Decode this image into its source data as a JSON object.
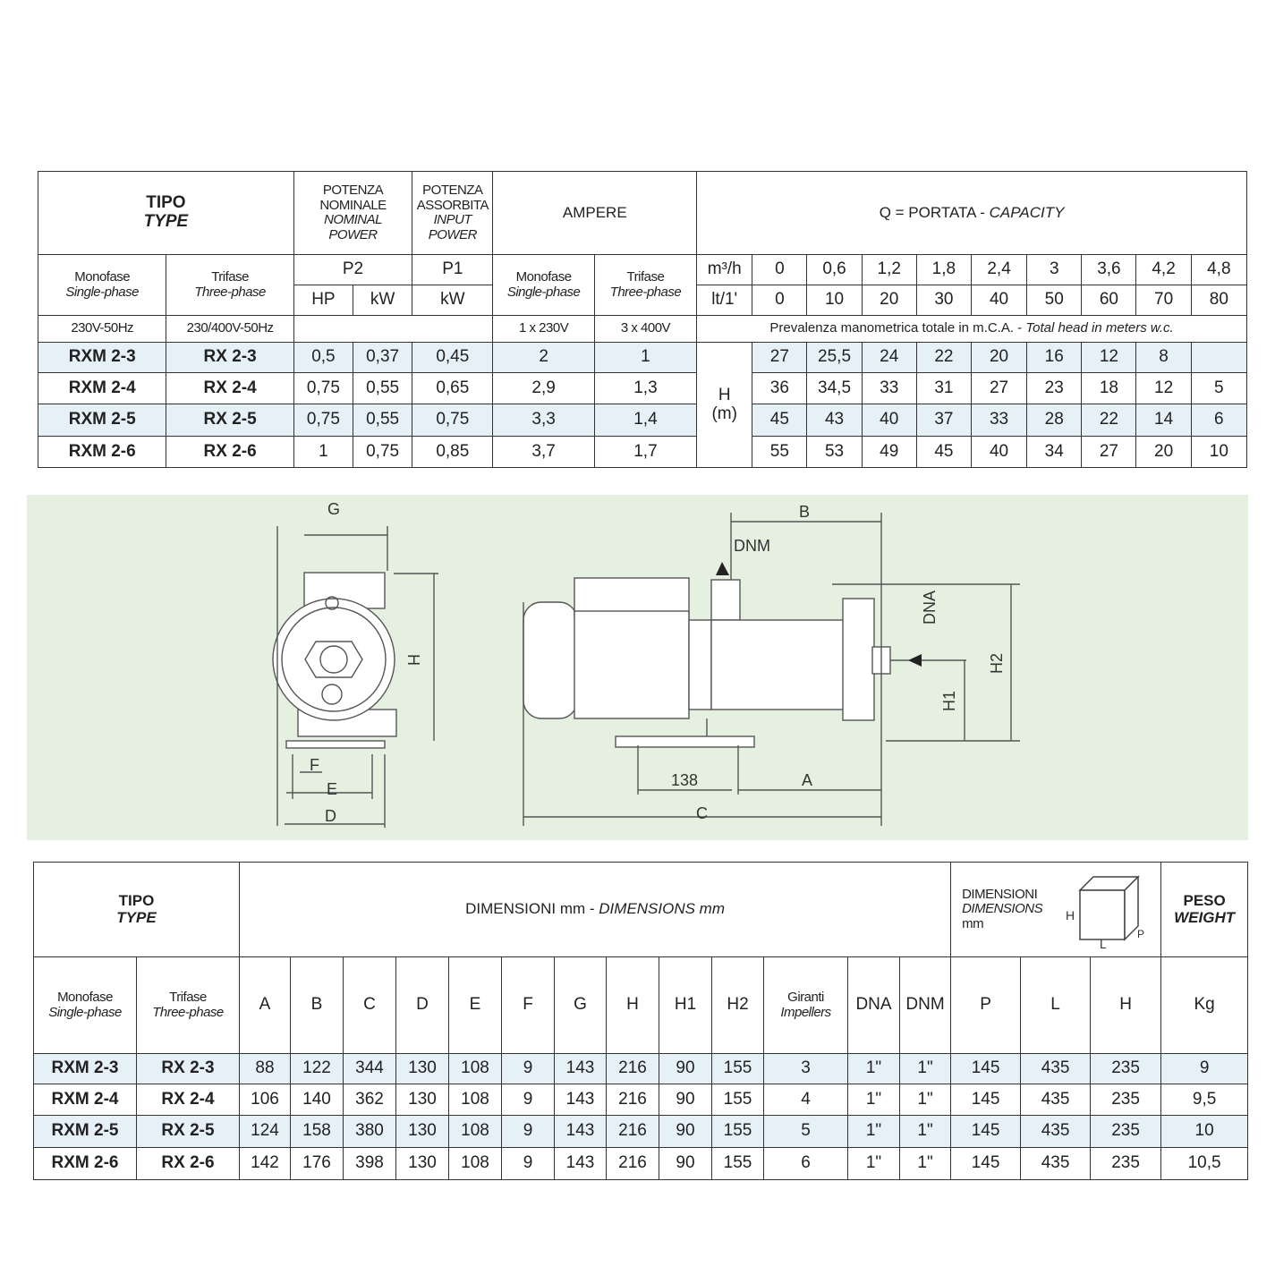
{
  "perf": {
    "tipo": "TIPO",
    "type": "TYPE",
    "pot_nom": [
      "POTENZA",
      "NOMINALE"
    ],
    "pot_nom_en": [
      "NOMINAL",
      "POWER"
    ],
    "pot_ass": [
      "POTENZA",
      "ASSORBITA"
    ],
    "pot_ass_en": [
      "INPUT",
      "POWER"
    ],
    "ampere": "AMPERE",
    "q_title": "Q = PORTATA - ",
    "q_title_en": "CAPACITY",
    "monofase": "Monofase",
    "single": "Single-phase",
    "trifase": "Trifase",
    "three": "Three-phase",
    "p2": "P2",
    "p1": "P1",
    "hp": "HP",
    "kw": "kW",
    "m3h": "m³/h",
    "lt": "lt/1'",
    "m3h_values": [
      "0",
      "0,6",
      "1,2",
      "1,8",
      "2,4",
      "3",
      "3,6",
      "4,2",
      "4,8"
    ],
    "lt_values": [
      "0",
      "10",
      "20",
      "30",
      "40",
      "50",
      "60",
      "70",
      "80"
    ],
    "v_mono": "230V-50Hz",
    "v_tri": "230/400V-50Hz",
    "amp_mono": "1 x 230V",
    "amp_tri": "3 x 400V",
    "prevalenza": "Prevalenza manometrica totale in m.C.A. - ",
    "prevalenza_en": "Total head in meters w.c.",
    "h_label": "H",
    "h_unit": "(m)",
    "rows": [
      {
        "mono": "RXM 2-3",
        "tri": "RX 2-3",
        "hp": "0,5",
        "kw": "0,37",
        "p1": "0,45",
        "a1": "2",
        "a3": "1",
        "h": [
          "27",
          "25,5",
          "24",
          "22",
          "20",
          "16",
          "12",
          "8",
          ""
        ]
      },
      {
        "mono": "RXM 2-4",
        "tri": "RX 2-4",
        "hp": "0,75",
        "kw": "0,55",
        "p1": "0,65",
        "a1": "2,9",
        "a3": "1,3",
        "h": [
          "36",
          "34,5",
          "33",
          "31",
          "27",
          "23",
          "18",
          "12",
          "5"
        ]
      },
      {
        "mono": "RXM 2-5",
        "tri": "RX 2-5",
        "hp": "0,75",
        "kw": "0,55",
        "p1": "0,75",
        "a1": "3,3",
        "a3": "1,4",
        "h": [
          "45",
          "43",
          "40",
          "37",
          "33",
          "28",
          "22",
          "14",
          "6"
        ]
      },
      {
        "mono": "RXM 2-6",
        "tri": "RX 2-6",
        "hp": "1",
        "kw": "0,75",
        "p1": "0,85",
        "a1": "3,7",
        "a3": "1,7",
        "h": [
          "55",
          "53",
          "49",
          "45",
          "40",
          "34",
          "27",
          "20",
          "10"
        ]
      }
    ]
  },
  "diagram": {
    "labels": {
      "G": "G",
      "H": "H",
      "F": "F",
      "E": "E",
      "D": "D",
      "B": "B",
      "DNM": "DNM",
      "DNA": "DNA",
      "H2": "H2",
      "H1": "H1",
      "v138": "138",
      "A": "A",
      "C": "C"
    }
  },
  "dims": {
    "tipo": "TIPO",
    "type": "TYPE",
    "title": "DIMENSIONI mm - ",
    "title_en": "DIMENSIONS mm",
    "pack": [
      "DIMENSIONI",
      "DIMENSIONS",
      "mm"
    ],
    "pack_icon_labels": {
      "H": "H",
      "L": "L",
      "P": "P"
    },
    "peso": "PESO",
    "weight": "WEIGHT",
    "monofase": "Monofase",
    "single": "Single-phase",
    "trifase": "Trifase",
    "three": "Three-phase",
    "cols": [
      "A",
      "B",
      "C",
      "D",
      "E",
      "F",
      "G",
      "H",
      "H1",
      "H2"
    ],
    "giranti": "Giranti",
    "impellers": "Impellers",
    "dna": "DNA",
    "dnm": "DNM",
    "pack_cols": [
      "P",
      "L",
      "H"
    ],
    "kg": "Kg",
    "rows": [
      {
        "mono": "RXM 2-3",
        "tri": "RX 2-3",
        "v": [
          "88",
          "122",
          "344",
          "130",
          "108",
          "9",
          "143",
          "216",
          "90",
          "155"
        ],
        "imp": "3",
        "dna": "1\"",
        "dnm": "1\"",
        "p": "145",
        "l": "435",
        "h": "235",
        "kg": "9"
      },
      {
        "mono": "RXM 2-4",
        "tri": "RX 2-4",
        "v": [
          "106",
          "140",
          "362",
          "130",
          "108",
          "9",
          "143",
          "216",
          "90",
          "155"
        ],
        "imp": "4",
        "dna": "1\"",
        "dnm": "1\"",
        "p": "145",
        "l": "435",
        "h": "235",
        "kg": "9,5"
      },
      {
        "mono": "RXM 2-5",
        "tri": "RX 2-5",
        "v": [
          "124",
          "158",
          "380",
          "130",
          "108",
          "9",
          "143",
          "216",
          "90",
          "155"
        ],
        "imp": "5",
        "dna": "1\"",
        "dnm": "1\"",
        "p": "145",
        "l": "435",
        "h": "235",
        "kg": "10"
      },
      {
        "mono": "RXM 2-6",
        "tri": "RX 2-6",
        "v": [
          "142",
          "176",
          "398",
          "130",
          "108",
          "9",
          "143",
          "216",
          "90",
          "155"
        ],
        "imp": "6",
        "dna": "1\"",
        "dnm": "1\"",
        "p": "145",
        "l": "435",
        "h": "235",
        "kg": "10,5"
      }
    ]
  }
}
